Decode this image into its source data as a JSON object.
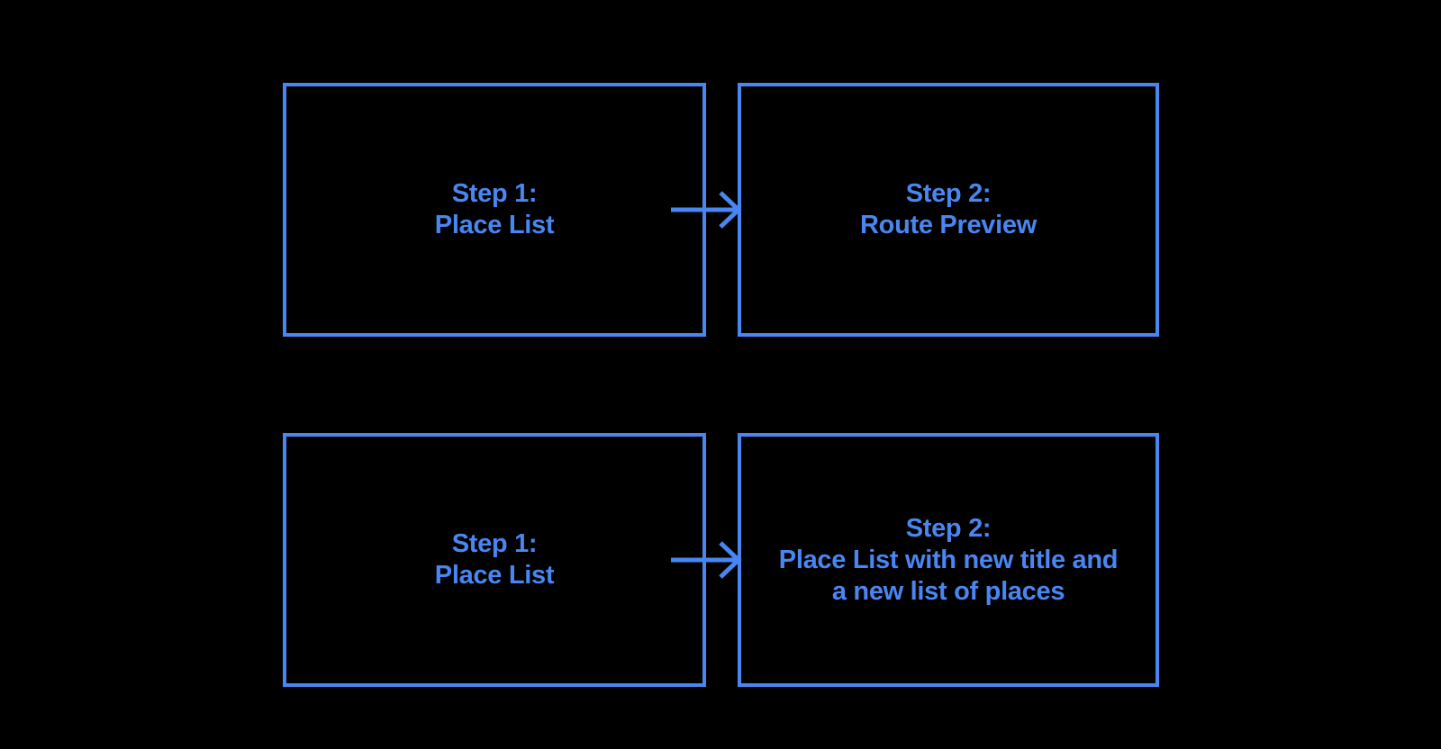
{
  "canvas": {
    "background_color": "#000000",
    "accent_color": "#4a86f2"
  },
  "diagram": {
    "type": "flowchart",
    "rows": [
      {
        "source": {
          "lines": [
            "Step 1:",
            "Place List"
          ]
        },
        "connector": {
          "type": "arrow-right"
        },
        "target": {
          "lines": [
            "Step 2:",
            "Route Preview"
          ]
        }
      },
      {
        "source": {
          "lines": [
            "Step 1:",
            "Place List"
          ]
        },
        "connector": {
          "type": "arrow-right"
        },
        "target": {
          "lines": [
            "Step 2:",
            "Place List with new title and",
            "a new list of places"
          ]
        }
      }
    ]
  }
}
